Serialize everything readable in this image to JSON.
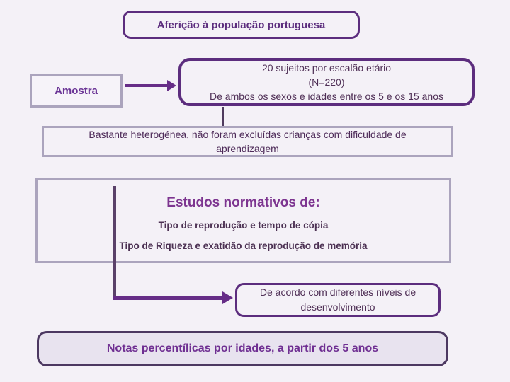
{
  "slide": {
    "title": "Aferição à população portuguesa",
    "amostra_label": "Amostra",
    "sample_box": {
      "line1": "20 sujeitos por escalão etário",
      "line2": "(N=220)",
      "line3": "De ambos os sexos e idades entre os 5 e os 15 anos"
    },
    "heterogeneous_text": "Bastante heterogénea, não foram excluídas crianças com dificuldade de aprendizagem",
    "normative_box": {
      "title": "Estudos normativos de:",
      "item1": "Tipo de reprodução e tempo de cópia",
      "item2": "Tipo de Riqueza e exatidão da reprodução de memória"
    },
    "development_text": "De acordo com diferentes níveis de desenvolvimento",
    "notes_text": "Notas percentílicas por idades, a partir dos 5 anos",
    "colors": {
      "background": "#f4f1f7",
      "dark_purple_border": "#5c2d7e",
      "light_border": "#aba4bd",
      "arrow_purple": "#662d87",
      "magenta_heading": "#7d3590",
      "body_text": "#4f2f56",
      "notes_fill": "#e8e3ef",
      "notes_text_color": "#6f2f92"
    }
  }
}
